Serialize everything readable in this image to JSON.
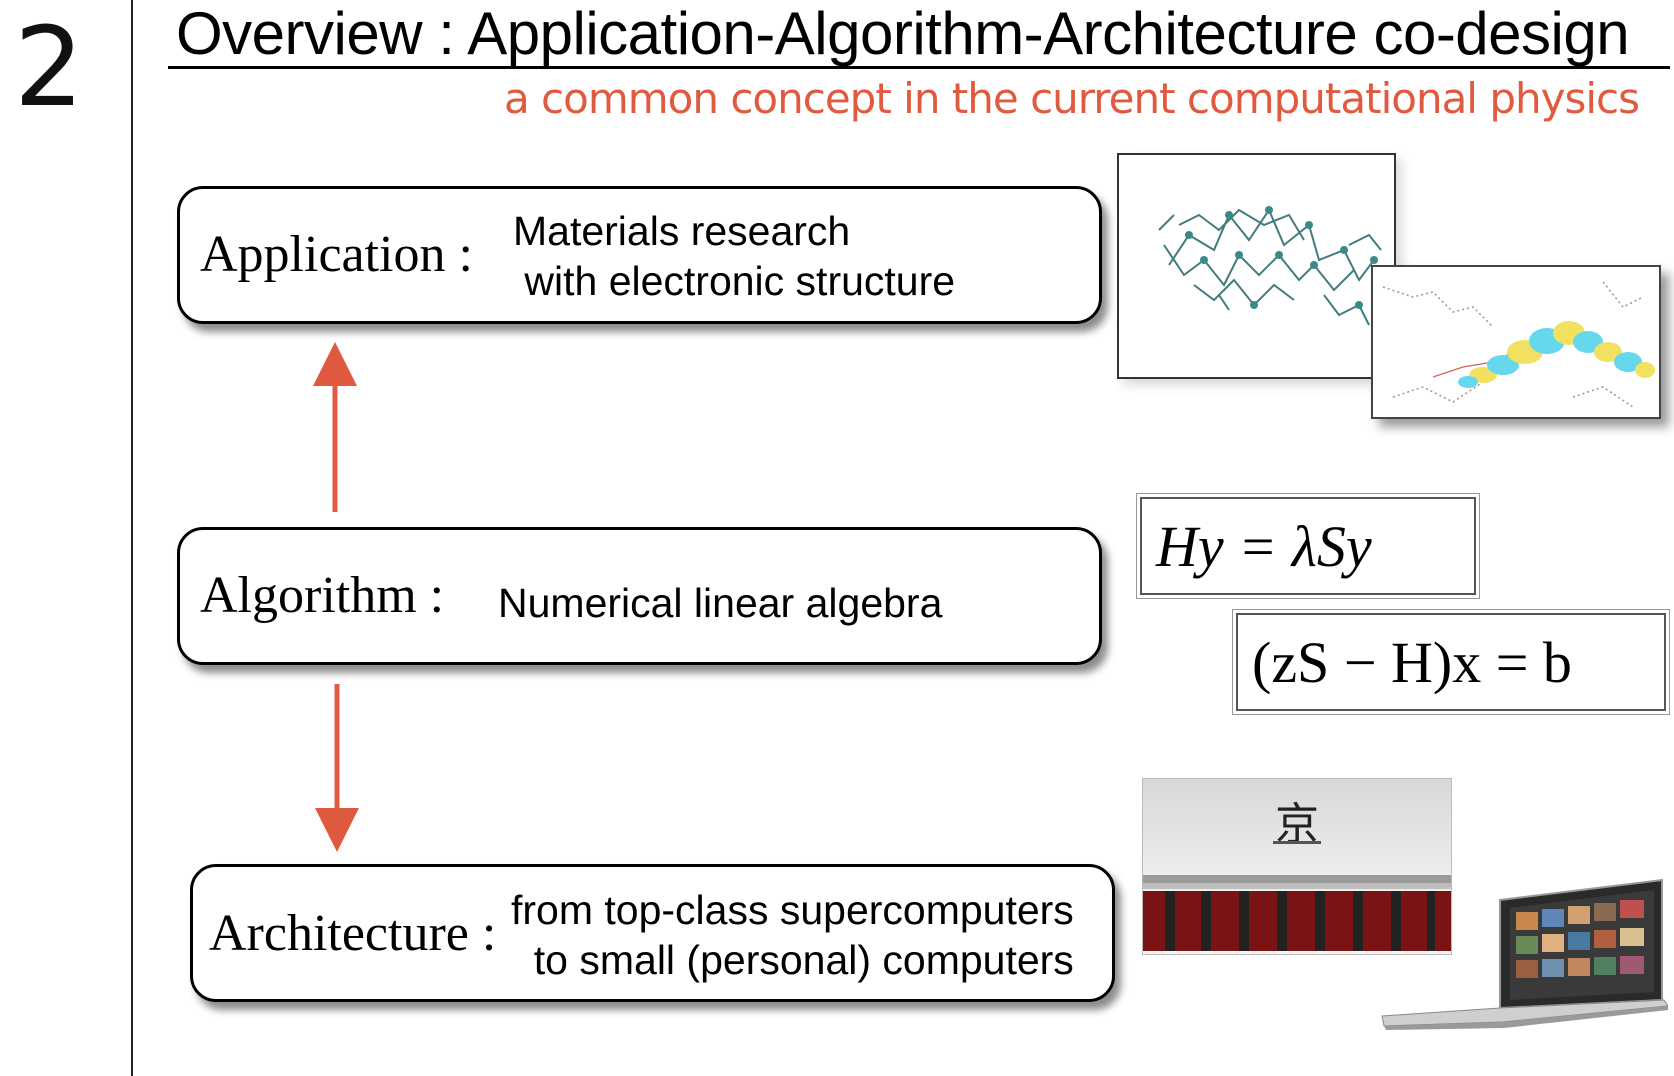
{
  "slide": {
    "number": "2"
  },
  "header": {
    "title": "Overview : Application-Algorithm-Architecture co-design",
    "subtitle": "a common concept in the current computational physics"
  },
  "boxes": {
    "application": {
      "label": "Application :",
      "line1": "Materials research",
      "line2": " with electronic structure"
    },
    "algorithm": {
      "label": "Algorithm :",
      "text": "Numerical linear algebra"
    },
    "architecture": {
      "label": "Architecture :",
      "line1": "from top-class supercomputers",
      "line2": "to small (personal) computers"
    }
  },
  "equations": {
    "eq1": "Hy = λSy",
    "eq2": "(zS − H)x = b"
  },
  "images": {
    "molecule": "molecule-structure-image",
    "orbital": "electronic-orbital-image",
    "supercomputer": "supercomputer-image",
    "laptop": "laptop-image"
  },
  "colors": {
    "accent": "#e05a3f"
  }
}
